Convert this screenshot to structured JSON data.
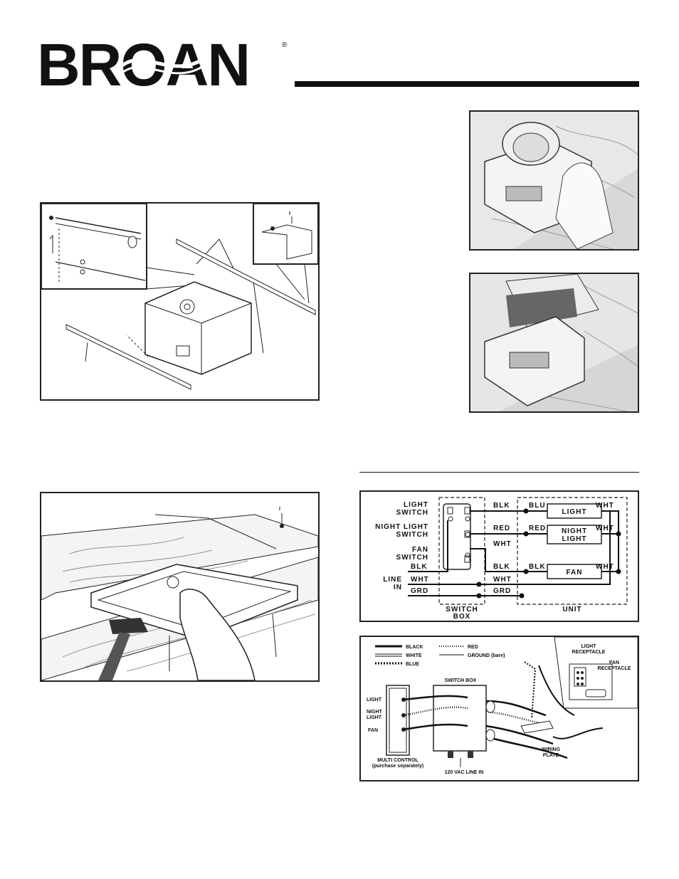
{
  "brand": {
    "name": "BROAN",
    "registered": "®"
  },
  "schematic": {
    "left_labels": {
      "light_switch": [
        "LIGHT",
        "SWITCH"
      ],
      "night_light_switch": [
        "NIGHT LIGHT",
        "SWITCH"
      ],
      "fan_switch": [
        "FAN",
        "SWITCH"
      ],
      "line_in": [
        "LINE",
        "IN"
      ]
    },
    "wires": {
      "blk1": "BLK",
      "red1": "RED",
      "wht_mid": "WHT",
      "blk2": "BLK",
      "blk_line": "BLK",
      "wht_line": "WHT",
      "grd_line": "GRD",
      "wht_line2": "WHT",
      "grd_line2": "GRD",
      "blu": "BLU",
      "red2": "RED",
      "blk3": "BLK",
      "wht_light": "WHT",
      "wht_night": "WHT",
      "wht_fan": "WHT"
    },
    "components": {
      "light": "LIGHT",
      "night_light": [
        "NIGHT",
        "LIGHT"
      ],
      "fan": "FAN"
    },
    "boxes": {
      "switch_box": [
        "SWITCH",
        "BOX"
      ],
      "unit": "UNIT"
    }
  },
  "pictorial": {
    "legend": {
      "black": "BLACK",
      "white": "WHITE",
      "blue": "BLUE",
      "red": "RED",
      "ground": "GROUND (bare)"
    },
    "switch_box": "SWITCH BOX",
    "light": "LIGHT",
    "night_light": [
      "NIGHT",
      "LIGHT"
    ],
    "fan": "FAN",
    "multi_control": [
      "MULTI CONTROL",
      "(purchase separately)"
    ],
    "line_in": "120 VAC LINE IN",
    "light_receptacle": [
      "LIGHT",
      "RECEPTACLE"
    ],
    "fan_receptacle": [
      "FAN",
      "RECEPTACLE"
    ],
    "wiring_plate": [
      "WIRING",
      "PLATE"
    ]
  },
  "callouts": {
    "fig2_marker": "I",
    "fig1_marker": "I"
  }
}
